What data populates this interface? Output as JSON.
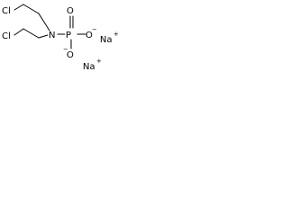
{
  "molecule": {
    "atoms": {
      "cl_top": "Cl",
      "cl_bottom": "Cl",
      "n": "N",
      "p": "P",
      "o_top": "O",
      "o_right": "O",
      "o_bottom": "O",
      "na_upper": "Na",
      "na_lower": "Na"
    },
    "charges": {
      "o_right": "−",
      "o_bottom": "−",
      "na_upper": "+",
      "na_lower": "+"
    }
  }
}
